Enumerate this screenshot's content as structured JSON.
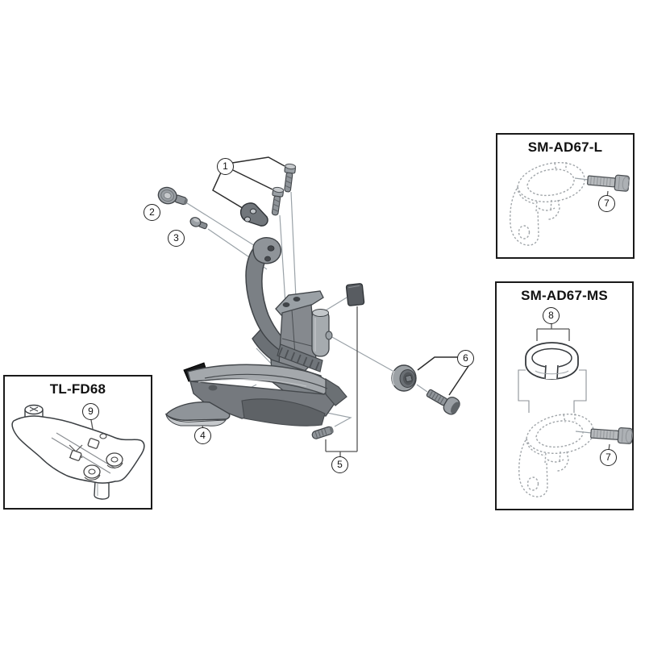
{
  "diagram": {
    "kind": "exploded-parts-diagram",
    "background": "#ffffff"
  },
  "boxes": {
    "sm_ad67_l": {
      "title": "SM-AD67-L"
    },
    "sm_ad67_ms": {
      "title": "SM-AD67-MS"
    },
    "tl_fd68": {
      "title": "TL-FD68"
    }
  },
  "callouts": {
    "c1": "1",
    "c2": "2",
    "c3": "3",
    "c4": "4",
    "c5": "5",
    "c6": "6",
    "c7": "7",
    "c8": "8",
    "c9": "9"
  },
  "palette": {
    "box_border": "#1a1a1a",
    "bracket_line": "#2b2b2b",
    "leader_line": "#9aa2a8",
    "dashed_part": "#a0a5a9",
    "part_gray": "#8f9499",
    "part_dark": "#17181a",
    "part_light": "#c6c9cc"
  }
}
